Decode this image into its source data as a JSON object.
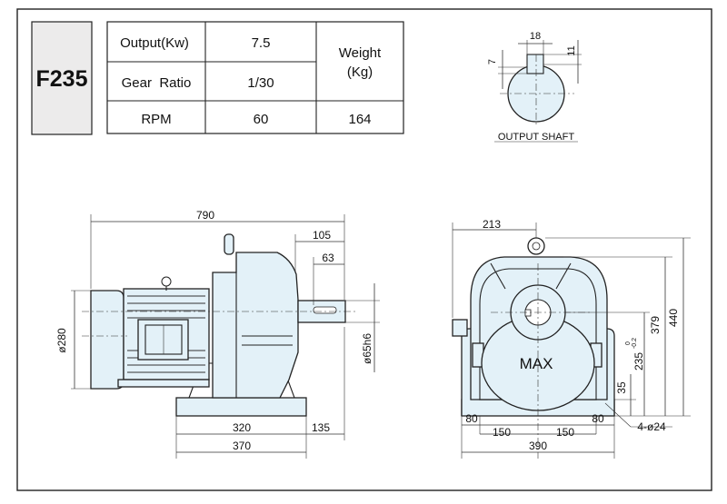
{
  "model": "F235",
  "spec_table": {
    "rows": [
      {
        "label": "Output(Kw)",
        "value": "7.5"
      },
      {
        "label": "Gear  Ratio",
        "value": "1/30"
      },
      {
        "label": "RPM",
        "value": "60"
      }
    ],
    "weight_label_line1": "Weight",
    "weight_label_line2": "(Kg)",
    "weight_value": "164"
  },
  "output_shaft": {
    "caption": "OUTPUT SHAFT",
    "dim_width": "18",
    "dim_left": "7",
    "dim_right": "11"
  },
  "side_view": {
    "overall_length": "790",
    "dim_105": "105",
    "dim_63": "63",
    "motor_diameter": "ø280",
    "shaft_diameter": "ø65h6",
    "dim_320": "320",
    "dim_135": "135",
    "dim_370": "370"
  },
  "front_view": {
    "dim_213": "213",
    "dim_440": "440",
    "dim_379": "379",
    "dim_235": "235",
    "dim_235_tol_upper": "0",
    "dim_235_tol_lower": "-0.2",
    "dim_35": "35",
    "dim_80_left": "80",
    "dim_150_left": "150",
    "dim_150_right": "150",
    "dim_80_right": "80",
    "dim_390": "390",
    "hole_callout": "4-ø24",
    "label_max": "MAX"
  }
}
